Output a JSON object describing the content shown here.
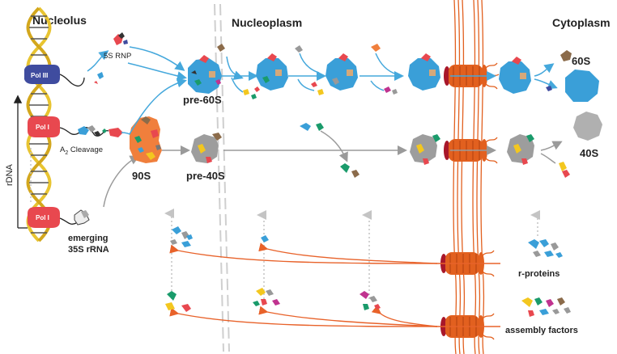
{
  "compartments": {
    "nucleolus": "Nucleolus",
    "nucleoplasm": "Nucleoplasm",
    "cytoplasm": "Cytoplasm"
  },
  "polymerases": {
    "pol3": "Pol III",
    "pol1_top": "Pol I",
    "pol1_bottom": "Pol I"
  },
  "labels": {
    "rdna": "rDNA",
    "five_s_rnp": "5S RNP",
    "a2_cleavage_a": "A",
    "a2_cleavage_sub": "2",
    "a2_cleavage_b": " Cleavage",
    "emerging_1": "emerging",
    "emerging_2": "35S rRNA",
    "ninety_s": "90S",
    "pre60s": "pre-60S",
    "pre40s": "pre-40S",
    "sixty_s": "60S",
    "forty_s": "40S",
    "r_proteins": "r-proteins",
    "assembly_factors": "assembly factors"
  },
  "colors": {
    "pre60s_blue": "#3a9fd8",
    "pre40s_grey": "#9d9d9d",
    "nucleus_orange": "#f07f3c",
    "pore_orange": "#e2601f",
    "pol_red": "#e8484f",
    "pol3_navy": "#3f4c9f",
    "dna_yellow": "#e8c431",
    "arrow_blue": "#45a8dc",
    "arrow_grey": "#9a9a9a",
    "import_orange": "#e8622a"
  }
}
